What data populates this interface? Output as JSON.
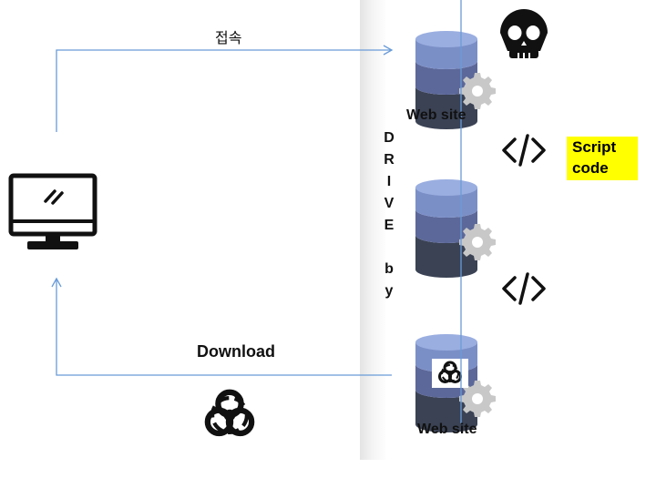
{
  "labels": {
    "connect": "접속",
    "download": "Download",
    "website_top": "Web site",
    "website_bottom": "Web site",
    "drive_by": [
      "D",
      "R",
      "I",
      "V",
      "E",
      "",
      "b",
      "y"
    ],
    "script_code": [
      "Script",
      "code"
    ]
  },
  "icons": {
    "computer": "computer-monitor-icon",
    "skull": "skull-icon",
    "code": "code-tag-icon",
    "biohazard": "biohazard-icon",
    "database": "database-server-icon",
    "gear": "gear-icon"
  },
  "colors": {
    "arrow": "#6a9bd8",
    "db_top": "#7b8fc7",
    "db_mid": "#5c6899",
    "db_bottom": "#3a4254",
    "gear": "#c8c8c8",
    "highlight": "#ffff00"
  }
}
